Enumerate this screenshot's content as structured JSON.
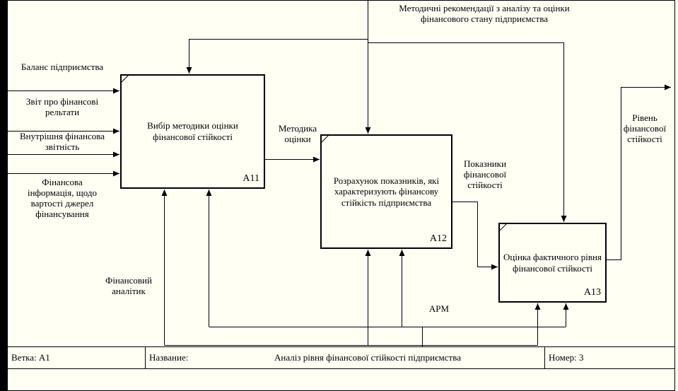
{
  "diagram": {
    "control": "Методичні рекомендації з аналізу та оцінки фінансового стану підприємства",
    "inputs": [
      "Баланс підприємства",
      "Звіт про фінансові рельтати",
      "Внутрішня фінансова звітність",
      "Фінансова інформація, щодо вартості джерел фінансування"
    ],
    "boxes": [
      {
        "id": "А11",
        "label": "Вибір методики оцінки фінансової стійкості"
      },
      {
        "id": "А12",
        "label": "Розрахунок показників, які характеризують фінансову стійкість підприємства"
      },
      {
        "id": "А13",
        "label": "Оцінка фактичного рівня фінансової стійкості"
      }
    ],
    "flows": {
      "methodology": "Методика оцінки",
      "indicators": "Показники фінансової стійкості",
      "output": "Рівень фінансової стійкості"
    },
    "mechanisms": {
      "analyst": "Фінансовий аналітик",
      "arm": "АРМ"
    }
  },
  "footer": {
    "branch": "Ветка:  А1",
    "name_label": "Название:",
    "diagram_title": "Аналіз рівня фінансової стійкості підприємства",
    "number": "Номер: 3"
  }
}
